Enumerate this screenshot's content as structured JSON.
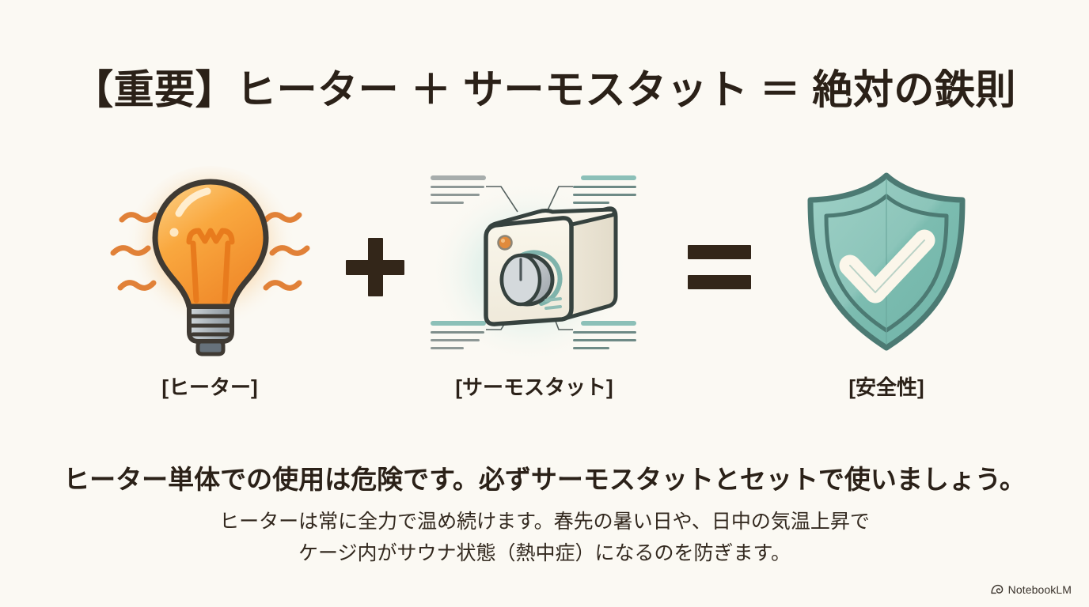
{
  "slide": {
    "background_color": "#fbf9f3",
    "title": "【重要】ヒーター ＋ サーモスタット ＝ 絶対の鉄則",
    "headline": "ヒーター単体での使用は危険です。必ずサーモスタットとセットで使いましょう。",
    "subtext_line1": "ヒーターは常に全力で温め続けます。春先の暑い日や、日中の気温上昇で",
    "subtext_line2": "ケージ内がサウナ状態（熱中症）になるのを防ぎます。",
    "text_color": "#2b2118"
  },
  "equation": {
    "items": [
      {
        "icon": "lightbulb-glow-icon",
        "label": "[ヒーター]"
      },
      {
        "icon": "thermostat-box-icon",
        "label": "[サーモスタット]"
      },
      {
        "icon": "shield-check-icon",
        "label": "[安全性]"
      }
    ],
    "plus_symbol": "+",
    "equals_symbol": "=",
    "operator_color": "#332619"
  },
  "colors": {
    "bulb_glow": "#f9a03f",
    "bulb_outline": "#3f3a33",
    "heat_wave": "#e07b2e",
    "thermostat_glow": "#bfe3dd",
    "thermostat_body": "#f3efe4",
    "thermostat_outline": "#36423f",
    "thermostat_accent": "#7fb3ab",
    "thermostat_led": "#e08a3c",
    "annotation_gray": "#9aa0a0",
    "shield_fill": "#8cc5ba",
    "shield_outline": "#4c7a73",
    "check_color": "#fbf6ea"
  },
  "watermark": {
    "label": "NotebookLM",
    "icon": "notebooklm-spiral-icon"
  }
}
